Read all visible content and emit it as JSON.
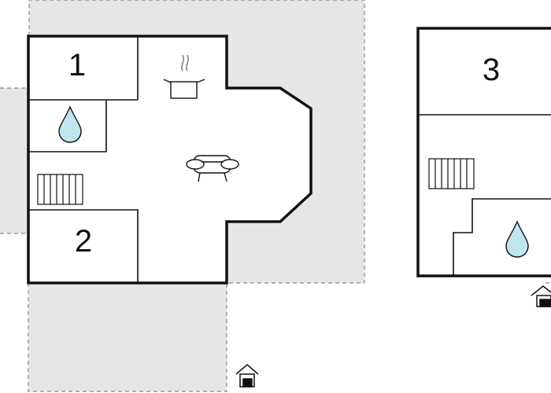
{
  "floor_plan": {
    "colors": {
      "terrace": "#e6e6e6",
      "wall": "#111111",
      "dash": "#8a8a8a",
      "water": "#bfe6ef"
    },
    "rooms": [
      {
        "number": "1"
      },
      {
        "number": "2"
      },
      {
        "number": "3"
      }
    ],
    "icons": [
      "cooking-pot-icon",
      "sofa-icon",
      "water-drop-icon",
      "stairs-icon",
      "entrance-icon"
    ]
  }
}
